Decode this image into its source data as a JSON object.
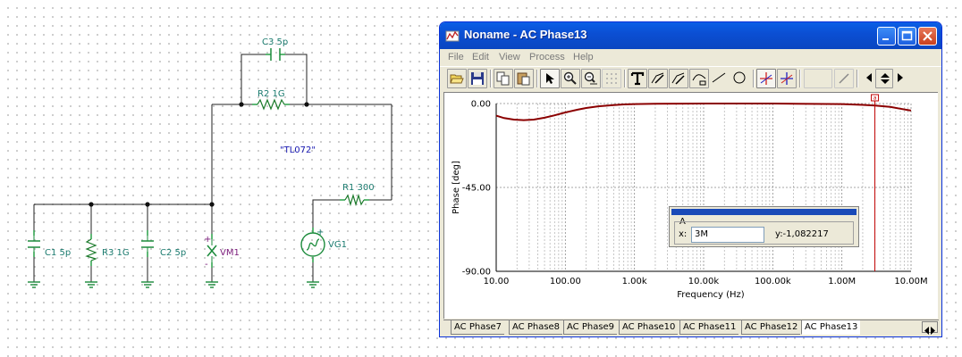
{
  "schematic": {
    "components": {
      "c3": "C3 5p",
      "r2": "R2 1G",
      "opamp": "\"TL072\"",
      "r1": "R1 300",
      "c1": "C1 5p",
      "r3": "R3 1G",
      "c2": "C2 5p",
      "vm1": "VM1",
      "vg1": "VG1",
      "vm1_plus": "+",
      "vm1_minus": "-",
      "vg1_plus": "+"
    }
  },
  "window": {
    "title": "Noname - AC Phase13",
    "menu": [
      "File",
      "Edit",
      "View",
      "Process",
      "Help"
    ],
    "colors": {
      "titlebar": "#0a5fe6",
      "curve": "#8b0000",
      "cursor": "#c00000"
    }
  },
  "chart_data": {
    "type": "line",
    "title": "",
    "xlabel": "Frequency (Hz)",
    "ylabel": "Phase [deg]",
    "x_scale": "log",
    "xlim": [
      10,
      10000000
    ],
    "ylim": [
      -90,
      0
    ],
    "x_ticks": [
      "10.00",
      "100.00",
      "1.00k",
      "10.00k",
      "100.00k",
      "1.00M",
      "10.00M"
    ],
    "y_ticks": [
      "0.00",
      "-45.00",
      "-90.00"
    ],
    "series": [
      {
        "x": [
          10,
          13,
          18,
          25,
          35,
          50,
          70,
          100,
          150,
          200,
          300,
          500,
          700,
          1000,
          2000,
          5000,
          10000,
          100000,
          1000000,
          2000000,
          3000000,
          5000000,
          7000000,
          10000000
        ],
        "y": [
          -6.5,
          -7.8,
          -8.6,
          -8.9,
          -8.6,
          -7.6,
          -6.3,
          -4.8,
          -3.3,
          -2.4,
          -1.5,
          -0.8,
          -0.5,
          -0.3,
          -0.15,
          -0.05,
          0,
          0,
          -0.3,
          -0.7,
          -1.08,
          -1.8,
          -2.8,
          -3.8
        ]
      }
    ],
    "cursor": {
      "name": "A",
      "x_label": "x:",
      "x_value": "3M",
      "y_text": "y:-1,082217",
      "x_pos": 3000000
    },
    "grid": true
  },
  "tabs": [
    "AC Phase7",
    "AC Phase8",
    "AC Phase9",
    "AC Phase10",
    "AC Phase11",
    "AC Phase12",
    "AC Phase13"
  ],
  "active_tab": "AC Phase13"
}
